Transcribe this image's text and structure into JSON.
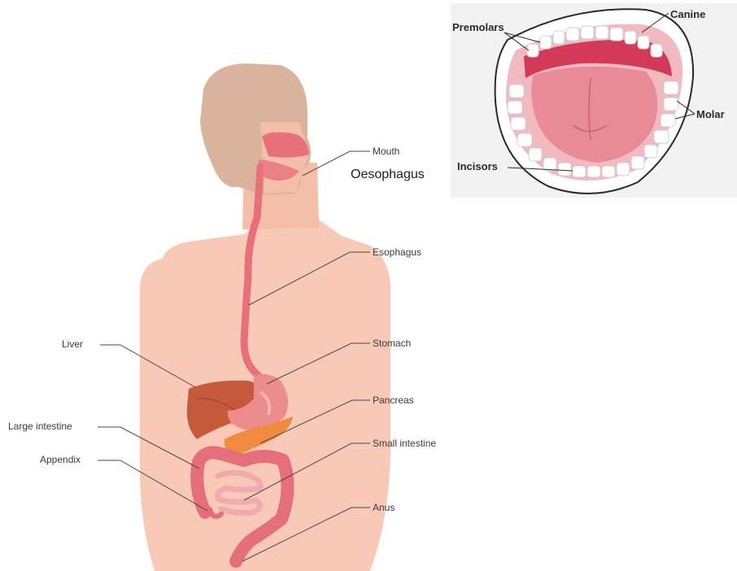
{
  "body_labels": {
    "mouth": "Mouth",
    "esophagus": "Esophagus",
    "stomach": "Stomach",
    "pancreas": "Pancreas",
    "small_intestine": "Small intestine",
    "anus": "Anus",
    "liver": "Liver",
    "large_intestine": "Large intestine",
    "appendix": "Appendix"
  },
  "heading": "Oesophagus",
  "mouth_diagram": {
    "premolars": "Premolars",
    "canine": "Canine",
    "molars": "Molar",
    "incisors": "Incisors"
  },
  "colors": {
    "skin": "#f7c9b6",
    "head": "#d9b39b",
    "tract": "#e8707a",
    "liver": "#c65a3c",
    "stomach": "#ec8c8f",
    "pancreas": "#f08a3e",
    "intestine": "#e46e79",
    "tongue": "#e98b97",
    "gum": "#d33a5a"
  }
}
